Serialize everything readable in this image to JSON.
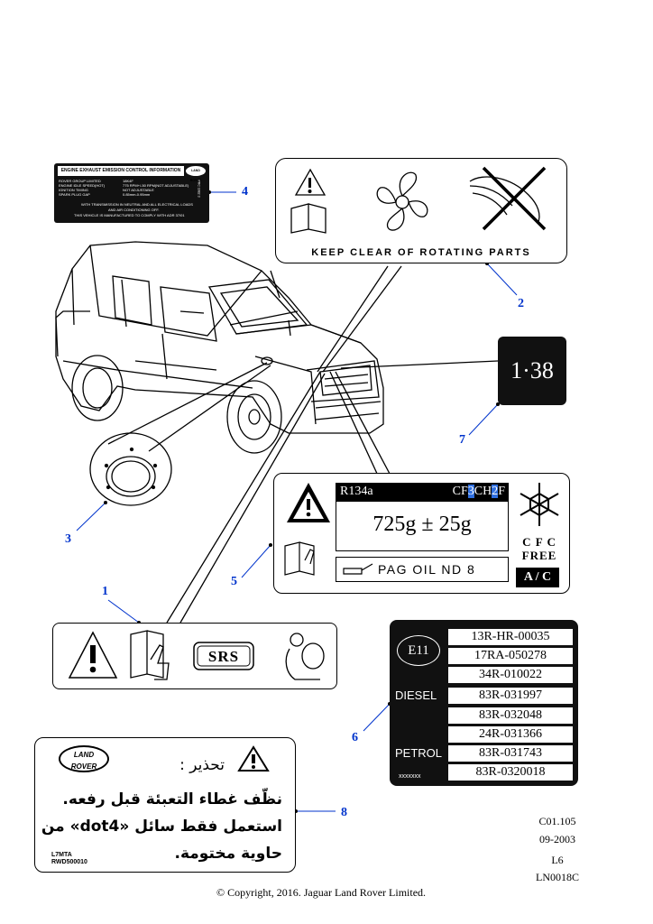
{
  "callouts": {
    "c1": "1",
    "c2": "2",
    "c3": "3",
    "c4": "4",
    "c5": "5",
    "c6": "6",
    "c7": "7",
    "c8": "8"
  },
  "label_4": {
    "title": "ENGINE EXHAUST EMISSION CONTROL INFORMATION",
    "logo": "LAND ROVER",
    "rows": [
      {
        "k": "ROVER GROUP LIMITED",
        "v": "18K4F"
      },
      {
        "k": "ENGINE IDLE SPEED(HOT)",
        "v": "775 RPM+/-50 RPM(NOT ADJUSTABLE)"
      },
      {
        "k": "IGNITION TIMING",
        "v": "NOT ADJUSTABLE"
      },
      {
        "k": "SPARK PLUG GAP",
        "v": "0.85mm-0.95mm"
      }
    ],
    "footer": [
      "WITH TRANSMISSION IN NEUTRAL AND ALL ELECTRICAL LOADS",
      "AND AIR CONDITIONING OFF.",
      "THIS VEHICLE IS MANUFACTURED TO COMPLY WITH ADR 37/01"
    ],
    "side_code": "PRC 1082 3"
  },
  "label_2": {
    "text": "KEEP CLEAR OF ROTATING PARTS"
  },
  "label_7": {
    "text": "1·38"
  },
  "label_5": {
    "refrigerant": "R134a",
    "formula_1": "CF",
    "formula_2": "3",
    "formula_3": "CH",
    "formula_4": "2",
    "formula_5": "F",
    "weight": "725g ± 25g",
    "oil": "PAG  OIL ND  8",
    "cfc_1": "C F C",
    "cfc_2": "FREE",
    "ac": "A / C"
  },
  "label_1": {
    "srs": "SRS"
  },
  "label_6": {
    "e_mark": "E11",
    "codes": [
      "13R-HR-00035",
      "17RA-050278",
      "34R-010022",
      "83R-031997",
      "83R-032048",
      "24R-031366",
      "83R-031743",
      "83R-0320018"
    ],
    "diesel": "DIESEL",
    "petrol": "PETROL",
    "xx": "xxxxxxx"
  },
  "label_8": {
    "logo_1": "LAND",
    "logo_2": "ROVER",
    "warn": "تحذير :",
    "line1": "نظّف غطاء التعبئة قبل رفعه.",
    "line2": "استعمل فقط سائل «dot4» من",
    "line3": "حاوية مختومة.",
    "code1": "L7MTA",
    "code2": "RWD500010"
  },
  "meta": {
    "ref": "C01.105",
    "date": "09-2003",
    "l6": "L6",
    "ln": "LN0018C",
    "copyright": "© Copyright, 2016. Jaguar Land Rover Limited."
  }
}
